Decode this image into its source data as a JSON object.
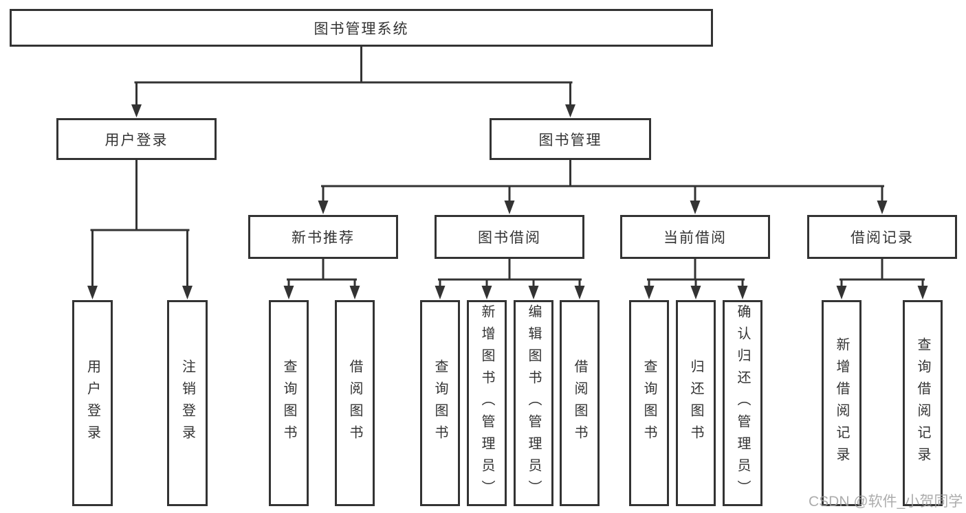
{
  "diagram": {
    "root": {
      "label": "图书管理系统"
    },
    "level2": {
      "user_login": {
        "label": "用户登录"
      },
      "book_mgmt": {
        "label": "图书管理"
      }
    },
    "user_login_children": {
      "login": {
        "label": "用户登录"
      },
      "logout": {
        "label": "注销登录"
      }
    },
    "book_mgmt_children": {
      "new_books": {
        "label": "新书推荐"
      },
      "book_borrow": {
        "label": "图书借阅"
      },
      "current_borrow": {
        "label": "当前借阅"
      },
      "borrow_records": {
        "label": "借阅记录"
      }
    },
    "new_books_children": {
      "query_books": {
        "label": "查询图书"
      },
      "borrow_books": {
        "label": "借阅图书"
      }
    },
    "book_borrow_children": {
      "query_books": {
        "label": "查询图书"
      },
      "add_books_admin": {
        "label": "新增图书（管理员）"
      },
      "edit_books_admin": {
        "label": "编辑图书（管理员）"
      },
      "borrow_books": {
        "label": "借阅图书"
      }
    },
    "current_borrow_children": {
      "query_books": {
        "label": "查询图书"
      },
      "return_books": {
        "label": "归还图书"
      },
      "confirm_return_admin": {
        "label": "确认归还（管理员）"
      }
    },
    "borrow_records_children": {
      "add_record": {
        "label": "新增借阅记录"
      },
      "query_record": {
        "label": "查询借阅记录"
      }
    }
  },
  "watermark": {
    "text": "CSDN @软件_小贺同学"
  },
  "colors": {
    "background": "#ffffff",
    "line": "#333333",
    "box_border": "#333333",
    "text": "#333333",
    "watermark": "#9e9e9e"
  }
}
